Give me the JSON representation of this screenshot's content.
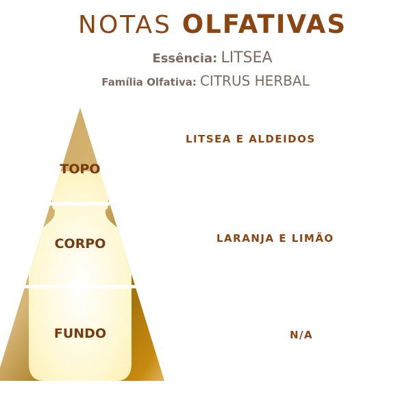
{
  "header": {
    "title_light": "NOTAS",
    "title_bold": "OLFATIVAS",
    "essence_label": "Essência:",
    "essence_value": "LITSEA",
    "family_label": "Família Olfativa:",
    "family_value": "CITRUS HERBAL"
  },
  "pyramid": {
    "levels": [
      {
        "label": "TOPO",
        "notes": "LITSEA E ALDEIDOS"
      },
      {
        "label": "CORPO",
        "notes": "LARANJA E LIMÃO"
      },
      {
        "label": "FUNDO",
        "notes": "N/A"
      }
    ]
  },
  "colors": {
    "title": "#8b4513",
    "subtitle": "#7d6a60",
    "gold_light": "#d9b36a",
    "gold_dark": "#a8720a",
    "bottle": "#fff6cc"
  }
}
